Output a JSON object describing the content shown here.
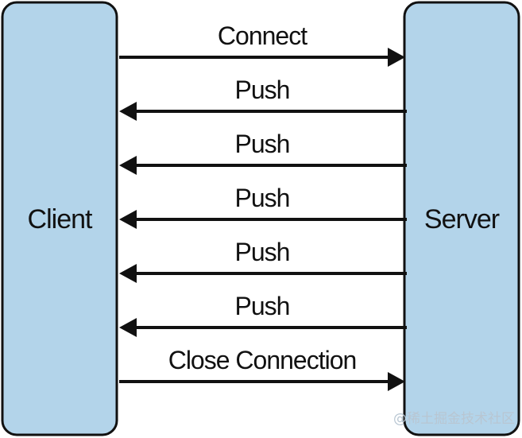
{
  "participants": {
    "client": "Client",
    "server": "Server"
  },
  "messages": [
    {
      "label": "Connect",
      "direction": "client-to-server"
    },
    {
      "label": "Push",
      "direction": "server-to-client"
    },
    {
      "label": "Push",
      "direction": "server-to-client"
    },
    {
      "label": "Push",
      "direction": "server-to-client"
    },
    {
      "label": "Push",
      "direction": "server-to-client"
    },
    {
      "label": "Push",
      "direction": "server-to-client"
    },
    {
      "label": "Close Connection",
      "direction": "client-to-server"
    }
  ],
  "watermark": "@稀土掘金技术社区",
  "colors": {
    "box_fill": "#b3d4ea",
    "box_stroke": "#111111",
    "arrow": "#111111",
    "text": "#111111"
  }
}
